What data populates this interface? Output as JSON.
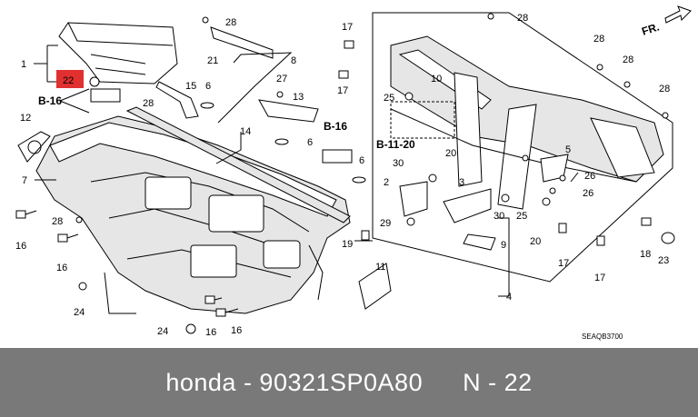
{
  "diagram": {
    "direction_label": "FR.",
    "code": "SEAQB3700",
    "highlight_color": "#e03030",
    "callouts": {
      "c1": "1",
      "c22_hl": "22",
      "b16_left": "B-16",
      "c12": "12",
      "c7": "7",
      "c28_topmid": "28",
      "c21": "21",
      "c8": "8",
      "c15": "15",
      "c6_a": "6",
      "c28_mid": "28",
      "c27": "27",
      "c13": "13",
      "c14": "14",
      "c6_b": "6",
      "b16_mid": "B-16",
      "c6_c": "6",
      "c17_a": "17",
      "c28_top": "28",
      "c17_b": "17",
      "c25_a": "25",
      "c10": "10",
      "b1120": "B-11-20",
      "c30_a": "30",
      "c20_a": "20",
      "c2": "2",
      "c3": "3",
      "c29": "29",
      "c19": "19",
      "c9": "9",
      "c30_b": "30",
      "c25_b": "25",
      "c20_b": "20",
      "c5": "5",
      "c26_a": "26",
      "c26_b": "26",
      "c28_r1": "28",
      "c28_r2": "28",
      "c28_r3": "28",
      "c17_c": "17",
      "c17_d": "17",
      "c18": "18",
      "c23": "23",
      "c11": "11",
      "c4": "4",
      "c28_left": "28",
      "c16_a": "16",
      "c16_b": "16",
      "c24_a": "24",
      "c24_b": "24",
      "c16_c": "16",
      "c16_d": "16"
    }
  },
  "footer": {
    "brand_part": "honda - 90321SP0A80",
    "ref": "N - 22"
  }
}
